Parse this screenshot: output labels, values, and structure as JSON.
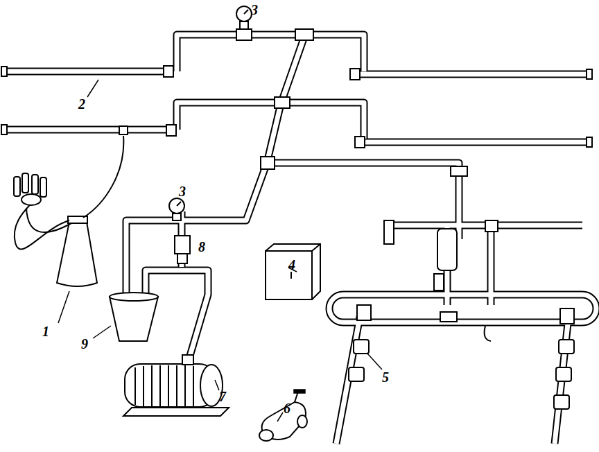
{
  "diagram": {
    "labels": [
      "3",
      "2",
      "3",
      "8",
      "4",
      "1",
      "9",
      "5",
      "7",
      "6"
    ]
  }
}
